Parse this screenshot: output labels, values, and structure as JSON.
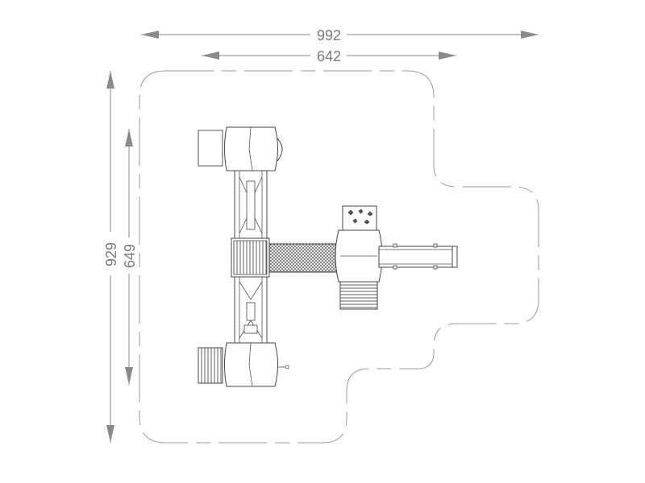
{
  "dimensions": {
    "overall_width": "992",
    "platform_width": "642",
    "overall_depth": "929",
    "platform_depth": "649"
  },
  "colors": {
    "line": "#8a8a8a",
    "text": "#7a7a7a",
    "equipment": "#444444"
  }
}
